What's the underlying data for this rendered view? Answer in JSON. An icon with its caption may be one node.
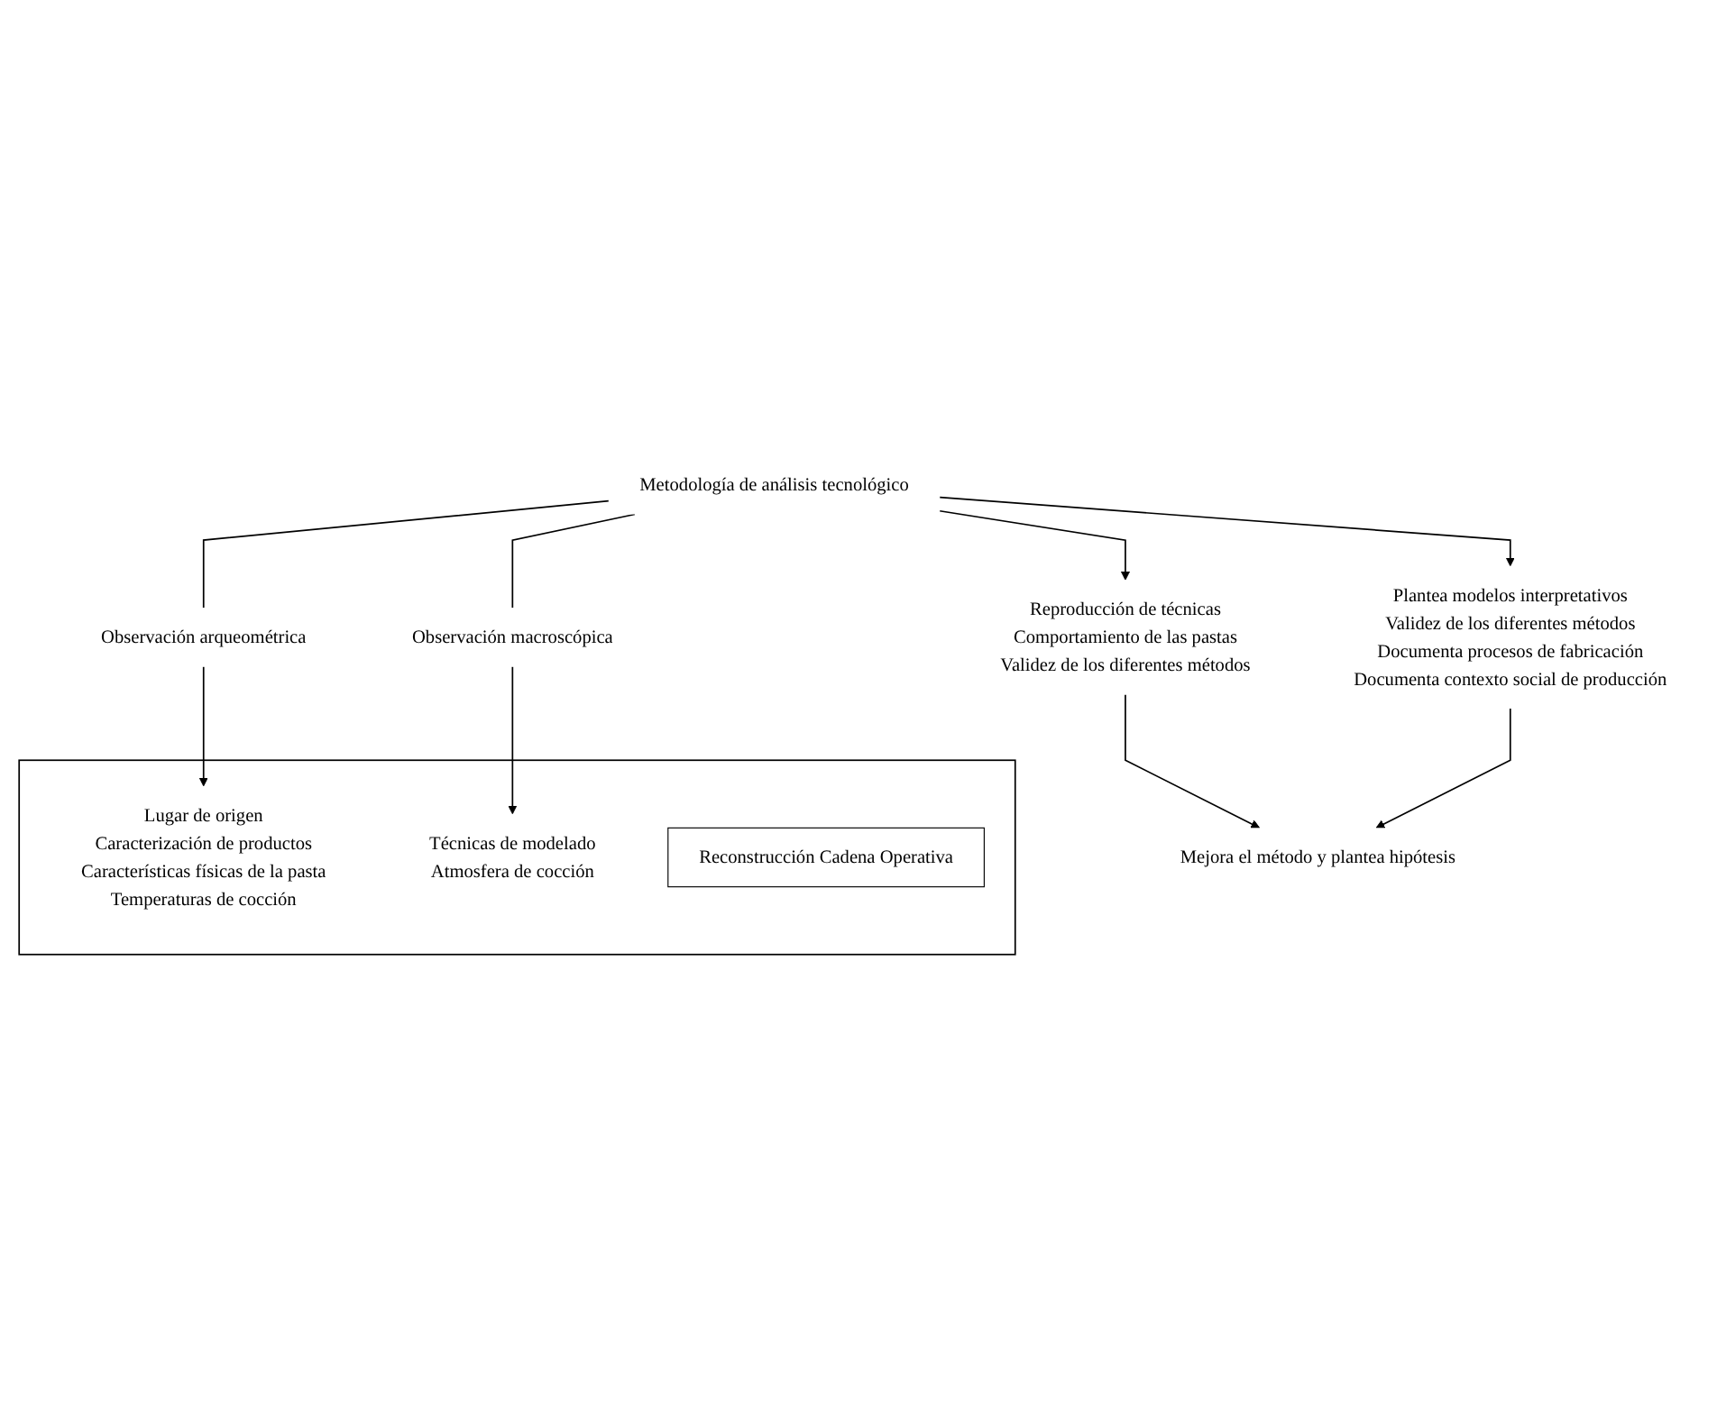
{
  "diagram": {
    "nodes": [
      {
        "text": [
          "Metodología de análisis tecnológico"
        ]
      },
      {
        "text": [
          "Reproducción de técnicas",
          "Comportamiento de las pastas",
          "Validez de los diferentes métodos"
        ]
      },
      {
        "text": [
          "Observación arqueométrica"
        ]
      },
      {
        "text": [
          "Observación macroscópica"
        ]
      },
      {
        "text": [],
        "shape": "box"
      },
      {
        "text": [
          "Lugar de origen",
          "Caracterización de productos",
          "Características físicas de la pasta",
          "Temperaturas de cocción"
        ],
        "in": 4
      },
      {
        "text": [
          "Técnicas de modelado",
          "Atmosfera de cocción"
        ],
        "in": 4
      },
      {
        "text": [
          "Reconstrucción Cadena Operativa"
        ],
        "in": 4
      },
      {
        "text": [
          "Plantea modelos interpretativos",
          "Validez de los diferentes métodos",
          "Documenta procesos de fabricación",
          "Documenta contexto social de producción"
        ]
      },
      {
        "text": [
          "Mejora el método y plantea hipótesis"
        ]
      }
    ],
    "edges": [
      {
        "from": 0,
        "to": 1,
        "arrow": "to"
      },
      {
        "from": 0,
        "to": 2,
        "arrow": "none"
      },
      {
        "from": 0,
        "to": 3,
        "arrow": "none"
      },
      {
        "from": 0,
        "to": 8,
        "arrow": "to"
      },
      {
        "from": 2,
        "to": 5,
        "arrow": "to"
      },
      {
        "from": 3,
        "to": 6,
        "arrow": "to"
      },
      {
        "from": 1,
        "to": 9,
        "arrow": "to"
      },
      {
        "from": 8,
        "to": 9,
        "arrow": "to"
      }
    ]
  }
}
